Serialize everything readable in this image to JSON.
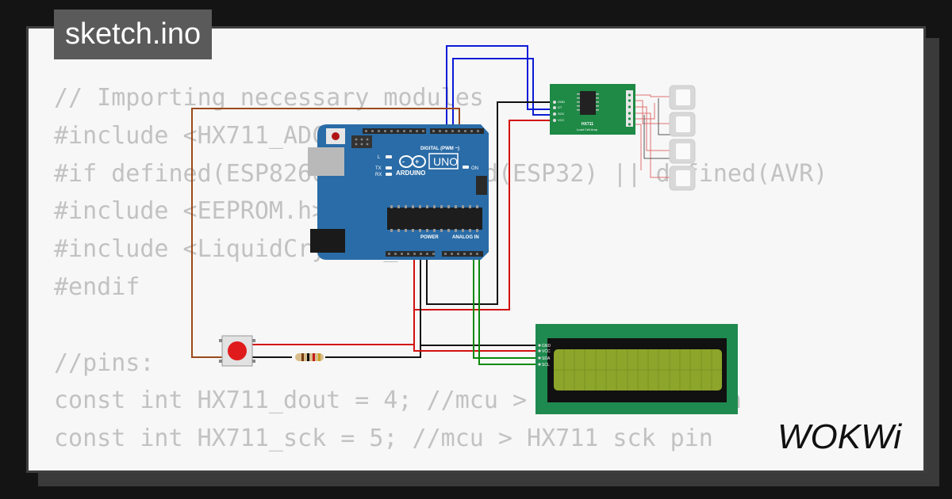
{
  "title": "sketch.ino",
  "code_lines": [
    "// Importing necessary modules",
    "#include <HX711_ADC.h>",
    "#if defined(ESP8266) || defined(ESP32) || defined(AVR)",
    "#include <EEPROM.h>",
    "#include <LiquidCrystal_I2C.h>",
    "#endif",
    "",
    "//pins:",
    "const int HX711_dout = 4; //mcu > HX711 dout pin",
    "const int HX711_sck = 5; //mcu > HX711 sck pin"
  ],
  "arduino": {
    "brand": "ARDUINO",
    "model": "UNO",
    "digital_header": "DIGITAL (PWM ~)",
    "power_header": "POWER",
    "analog_header": "ANALOG IN",
    "on_label": "ON",
    "led_l": "L",
    "led_tx": "TX",
    "led_rx": "RX"
  },
  "hx711": {
    "name": "HX711",
    "subtitle": "Load Cell Amp",
    "pins": [
      "GND",
      "DT",
      "SCK",
      "VCC"
    ]
  },
  "lcd": {
    "pins": [
      "GND",
      "VCC",
      "SDA",
      "SCL"
    ]
  },
  "logo": "WOKWi",
  "colors": {
    "background": "#141414",
    "card": "#f7f7f7",
    "code_text": "#c2c2c2",
    "arduino_blue": "#2a6ca7",
    "hx711_green": "#1e8a46",
    "lcd_board": "#1f8a4f",
    "lcd_screen": "#8ca52a",
    "button_red": "#e01b1b",
    "wire_blue": "#0b1bd6",
    "wire_red": "#d21010",
    "wire_black": "#111111",
    "wire_green": "#0a8a0a",
    "wire_brown": "#9b4a1c"
  }
}
